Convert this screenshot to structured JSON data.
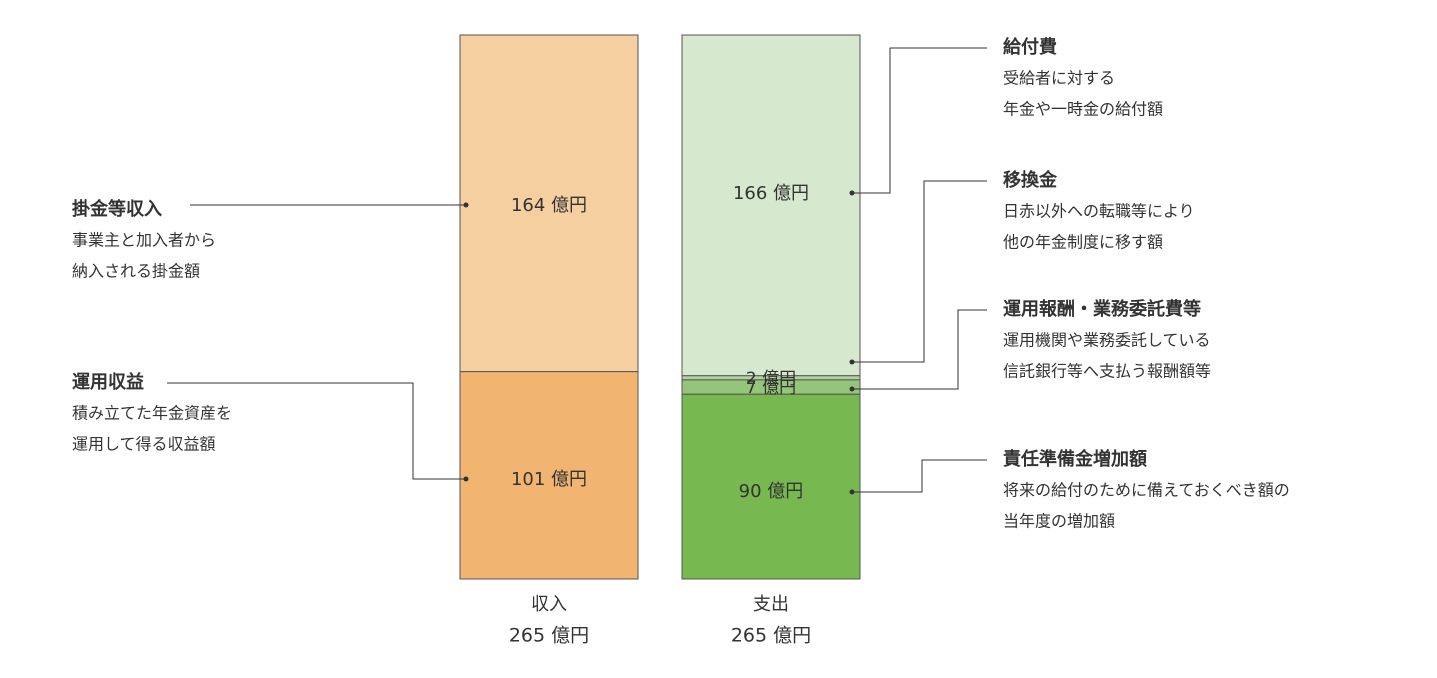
{
  "chart_data": {
    "type": "bar",
    "stacked": true,
    "total_max": 265,
    "unit": "億円",
    "categories": [
      {
        "name": "収入",
        "total_label": "265 億円",
        "segments": [
          {
            "value": 164,
            "label": "164 億円",
            "color": "#f6cfa1",
            "title": "掛金等収入",
            "desc": [
              "事業主と加入者から",
              "納入される掛金額"
            ]
          },
          {
            "value": 101,
            "label": "101 億円",
            "color": "#f1b571",
            "title": "運用収益",
            "desc": [
              "積み立てた年金資産を",
              "運用して得る収益額"
            ]
          }
        ]
      },
      {
        "name": "支出",
        "total_label": "265 億円",
        "segments": [
          {
            "value": 166,
            "label": "166 億円",
            "color": "#d6e8ce",
            "title": "給付費",
            "desc": [
              "受給者に対する",
              "年金や一時金の給付額"
            ]
          },
          {
            "value": 2,
            "label": "2 億円",
            "color": "#b2d59f",
            "title": "移換金",
            "desc": [
              "日赤以外への転職等により",
              "他の年金制度に移す額"
            ]
          },
          {
            "value": 7,
            "label": "7 億円",
            "color": "#95c57a",
            "title": "運用報酬・業務委託費等",
            "desc": [
              "運用機関や業務委託している",
              "信託銀行等へ支払う報酬額等"
            ]
          },
          {
            "value": 90,
            "label": "90 億円",
            "color": "#78b850",
            "title": "責任準備金増加額",
            "desc": [
              "将来の給付のために備えておくべき額の",
              "当年度の増加額"
            ]
          }
        ]
      }
    ]
  }
}
